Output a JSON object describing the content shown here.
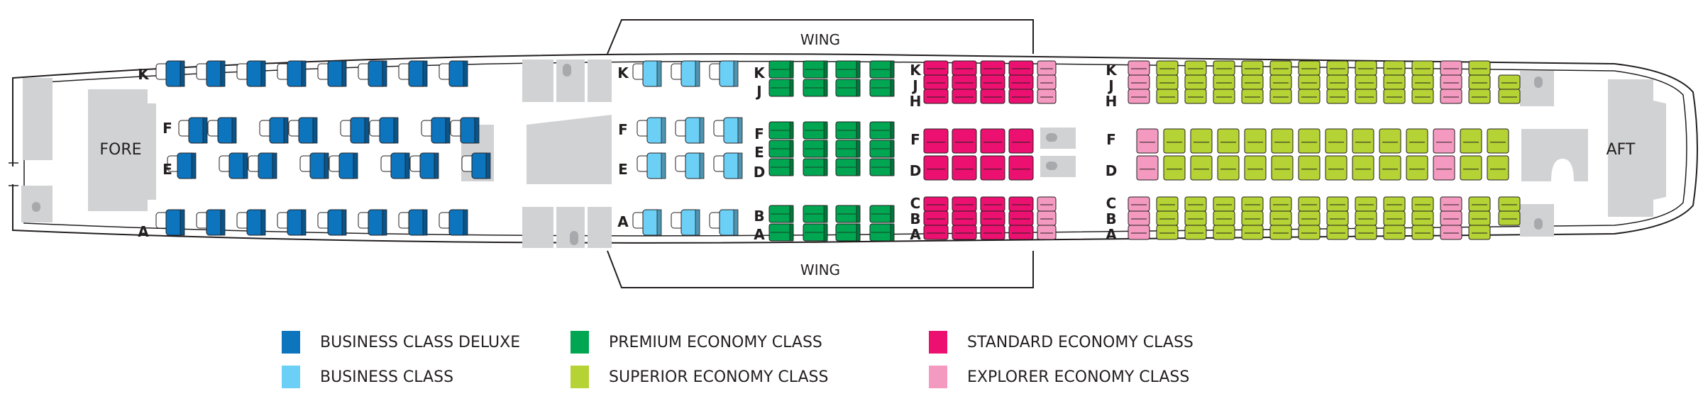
{
  "labels": {
    "fore": "FORE",
    "aft": "AFT",
    "wing_top": "WING",
    "wing_bottom": "WING"
  },
  "colors": {
    "business_deluxe": "#0d74be",
    "business": "#6ccff6",
    "premium_economy": "#00a651",
    "superior_economy": "#b5d334",
    "standard_economy": "#ec1070",
    "explorer_economy": "#f49ac1",
    "facility": "#d1d2d4",
    "outline": "#231f20"
  },
  "legend": [
    {
      "key": "business_deluxe",
      "label": "BUSINESS CLASS DELUXE"
    },
    {
      "key": "business",
      "label": "BUSINESS CLASS"
    },
    {
      "key": "premium_economy",
      "label": "PREMIUM ECONOMY CLASS"
    },
    {
      "key": "superior_economy",
      "label": "SUPERIOR ECONOMY CLASS"
    },
    {
      "key": "standard_economy",
      "label": "STANDARD ECONOMY CLASS"
    },
    {
      "key": "explorer_economy",
      "label": "EXPLORER ECONOMY CLASS"
    }
  ],
  "cabins": [
    {
      "name": "business-deluxe",
      "class": "business_deluxe",
      "columns": 8,
      "rows": [
        "K",
        "F",
        "E",
        "A"
      ]
    },
    {
      "name": "business",
      "class": "business",
      "columns": 3,
      "rows": [
        "K",
        "F",
        "E",
        "A"
      ]
    },
    {
      "name": "premium-economy",
      "class": "premium_economy",
      "columns": 4,
      "rows": [
        "K",
        "J",
        "F",
        "E",
        "D",
        "B",
        "A"
      ]
    },
    {
      "name": "standard-economy",
      "class": "standard_economy",
      "columns": 4,
      "rows": [
        "K",
        "J",
        "H",
        "F",
        "D",
        "C",
        "B",
        "A"
      ]
    },
    {
      "name": "economy-rear",
      "class": "superior_economy",
      "columns": 14,
      "rows": [
        "K",
        "J",
        "H",
        "F",
        "D",
        "C",
        "B",
        "A"
      ]
    }
  ],
  "row_letters": {
    "business_deluxe": [
      "K",
      "F",
      "E",
      "A"
    ],
    "business": [
      "K",
      "F",
      "E",
      "A"
    ],
    "premium_economy": [
      "K",
      "J",
      "F",
      "E",
      "D",
      "B",
      "A"
    ],
    "standard_economy": [
      "K",
      "J",
      "H",
      "F",
      "D",
      "C",
      "B",
      "A"
    ],
    "economy_rear": [
      "K",
      "J",
      "H",
      "F",
      "D",
      "C",
      "B",
      "A"
    ]
  }
}
